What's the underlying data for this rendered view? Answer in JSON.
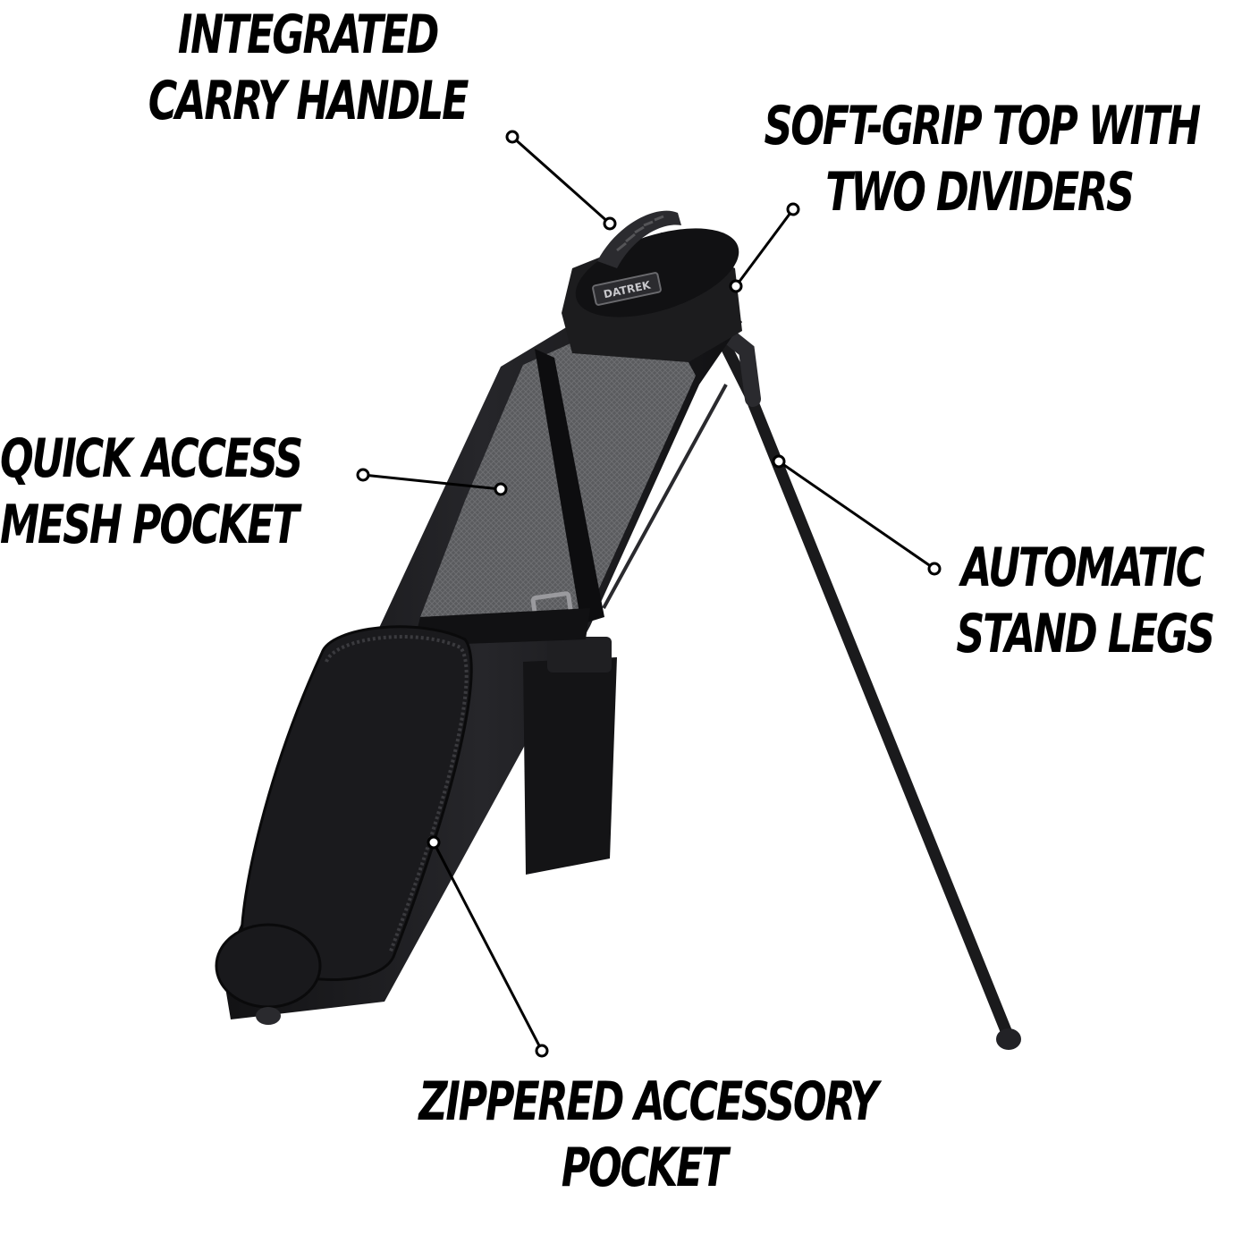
{
  "callouts": {
    "carry_handle": {
      "line1": "INTEGRATED",
      "line2": "CARRY HANDLE"
    },
    "soft_grip_top": {
      "line1": "SOFT-GRIP TOP WITH",
      "line2": "TWO DIVIDERS"
    },
    "mesh_pocket": {
      "line1": "QUICK ACCESS",
      "line2": "MESH POCKET"
    },
    "stand_legs": {
      "line1": "AUTOMATIC",
      "line2": "STAND LEGS"
    },
    "accessory_pocket": {
      "line1": "ZIPPERED ACCESSORY",
      "line2": "POCKET"
    }
  },
  "product": {
    "logo_text": "DATREK"
  },
  "colors": {
    "background": "#ffffff",
    "text": "#000000",
    "bag_body": "#1c1c1e",
    "mesh_panel": "#5a5b5e",
    "leader_line": "#000000"
  }
}
